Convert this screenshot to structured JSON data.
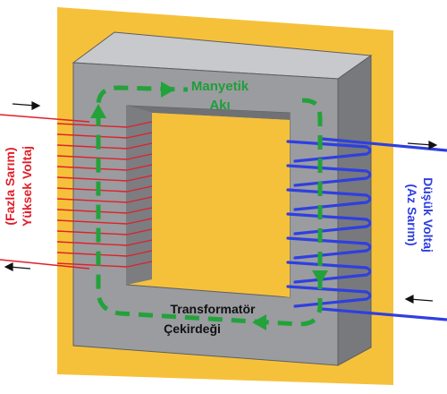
{
  "labels": {
    "flux_line1": "Manyetik",
    "flux_line2": "Akı",
    "core_line1": "Transformatör",
    "core_line2": "Çekirdeği",
    "primary_line1": "(Fazla Sarım)",
    "primary_line2": "Yüksek Voltaj",
    "secondary_line1": "(Az Sarım)",
    "secondary_line2": "Düşük Voltaj"
  },
  "colors": {
    "panel": "#f6c13a",
    "core_face": "#9a9ca0",
    "core_top": "#c8c9cc",
    "core_side": "#77797d",
    "flux_arrow": "#23a23a",
    "primary_winding": "#e0202a",
    "secondary_winding": "#2f3fe0",
    "current_arrow": "#111111"
  },
  "windings": {
    "primary_turns": 14,
    "secondary_turns": 7
  }
}
